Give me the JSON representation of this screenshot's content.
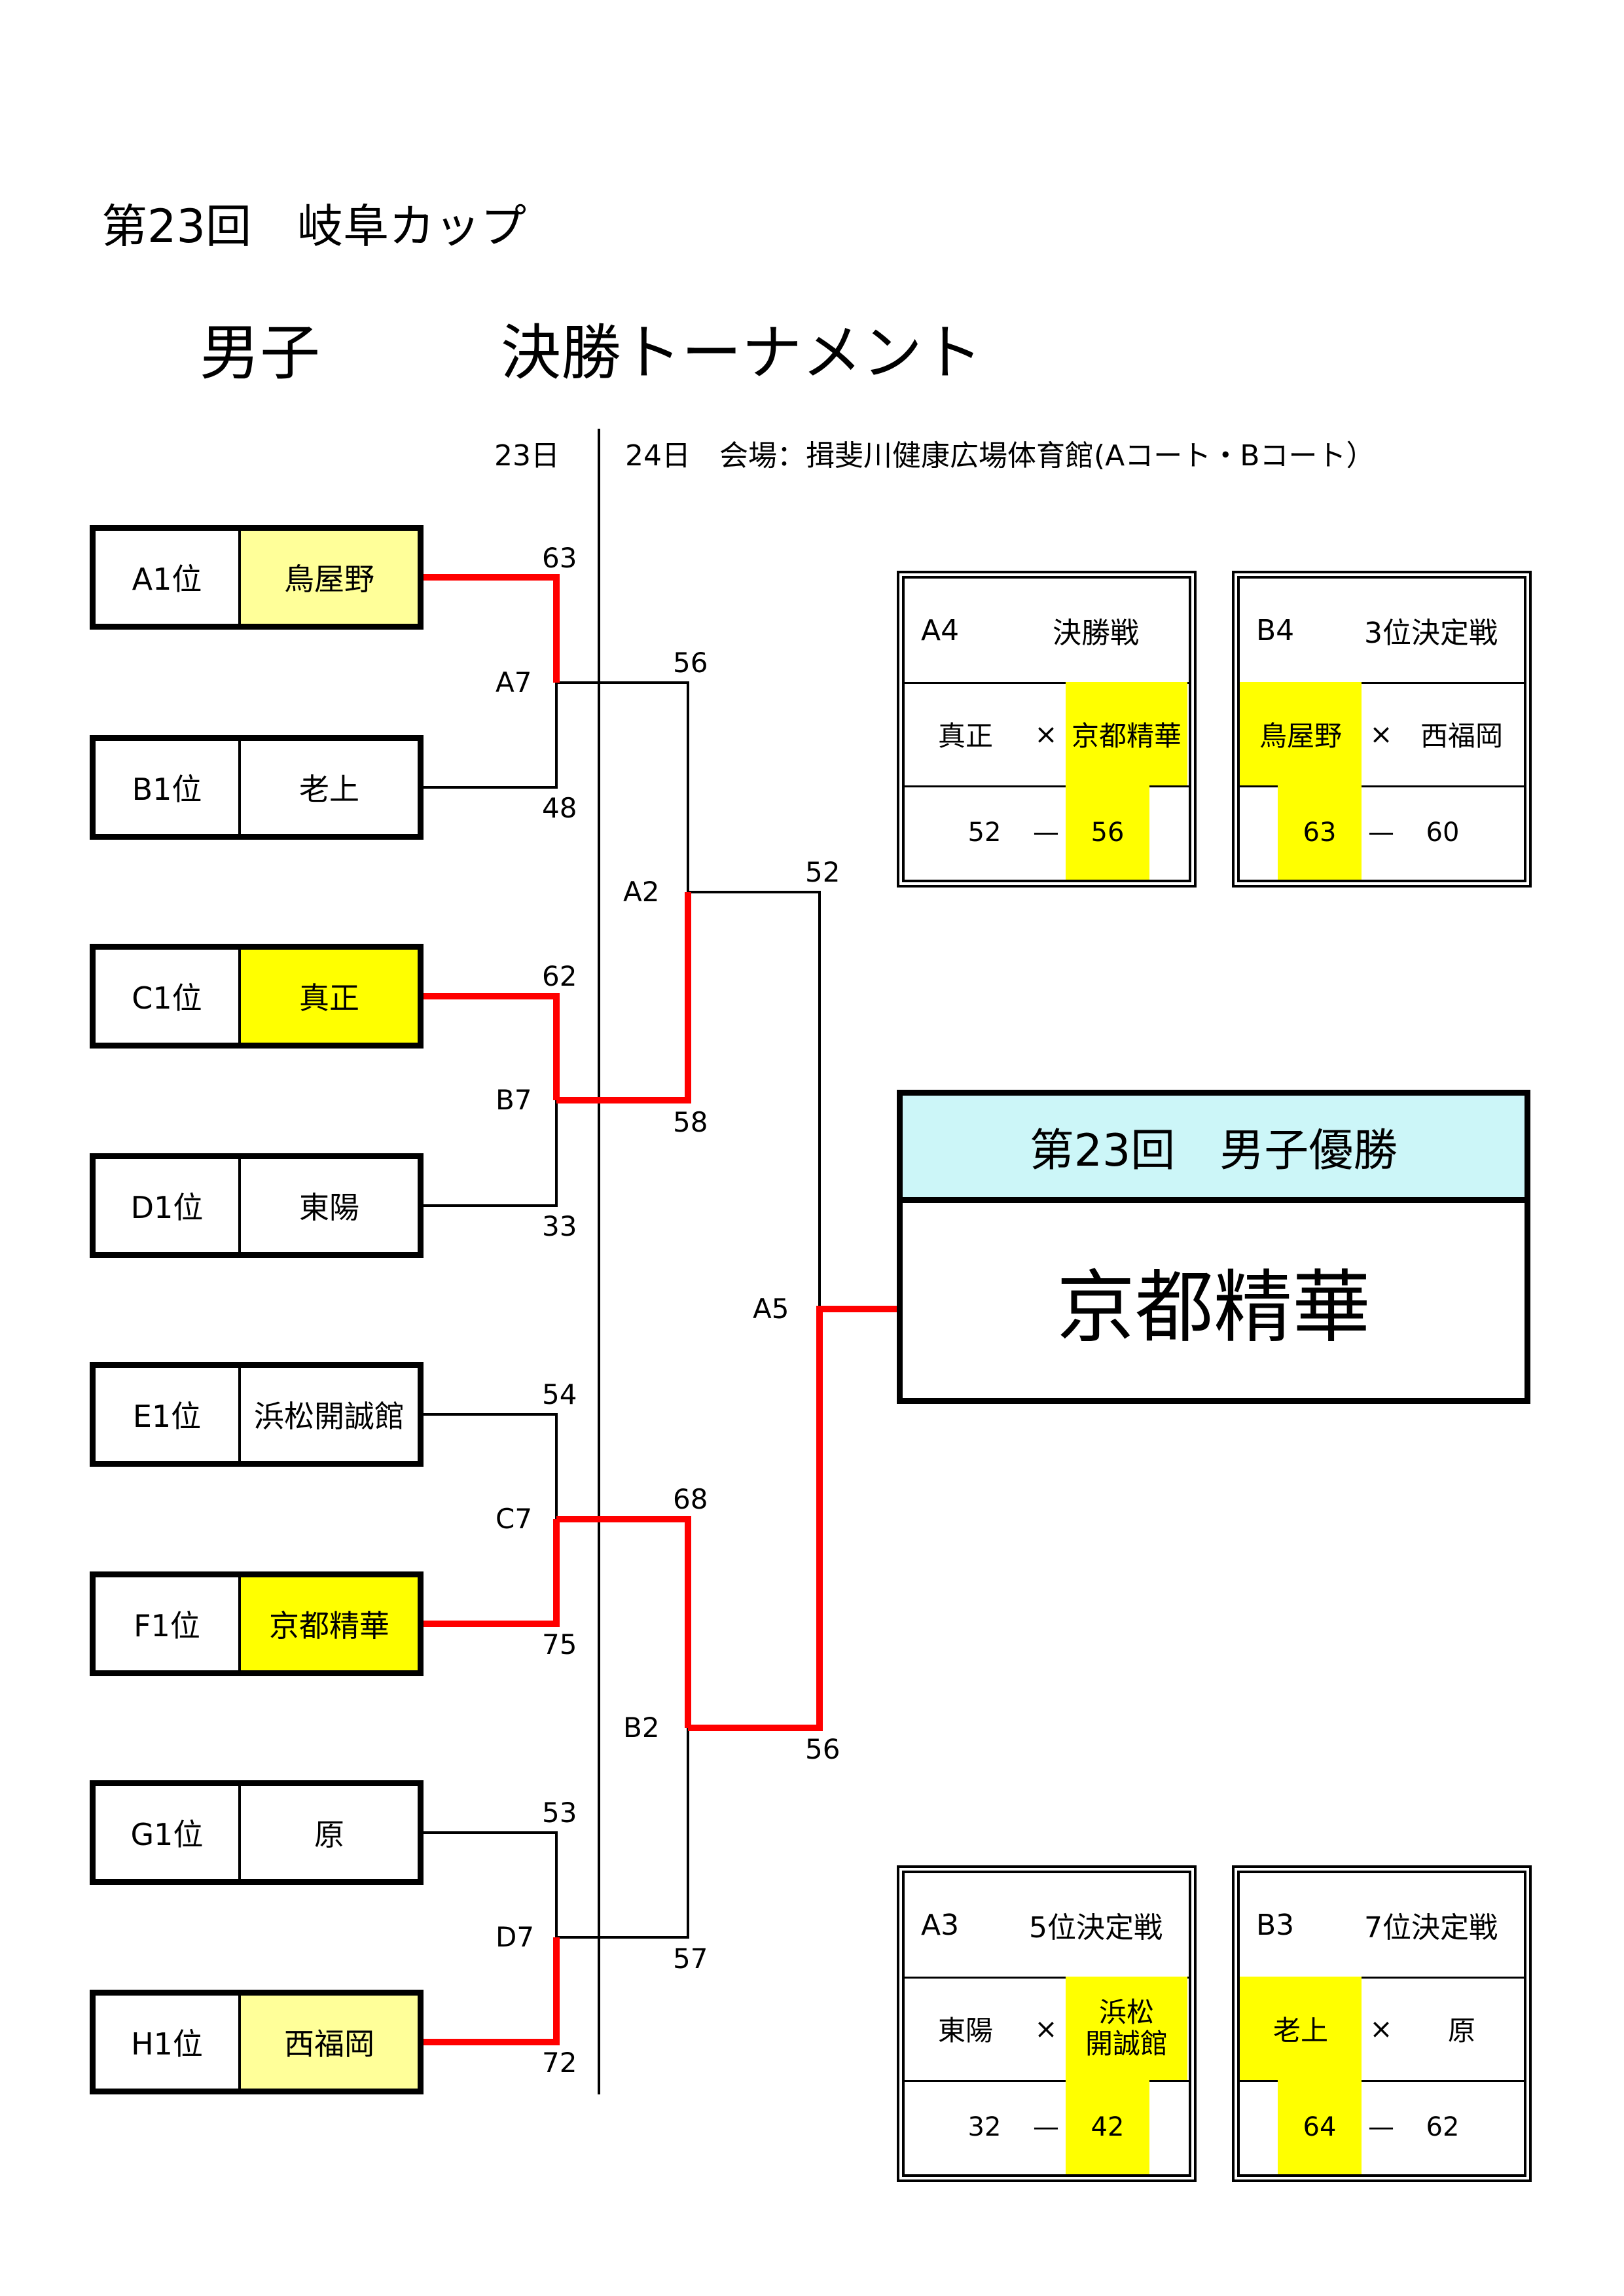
{
  "header": {
    "event_title": "第23回　岐阜カップ",
    "bracket_title": "男子　　　決勝トーナメント",
    "day1": "23日",
    "day2_venue": "24日　会場：揖斐川健康広場体育館(Aコート・Bコート）"
  },
  "colors": {
    "winner_line": "#ff0000",
    "highlight_yellow": "#ffff00",
    "highlight_pale": "#ffff99",
    "champion_header": "#ccf6f8"
  },
  "seeds": [
    {
      "rank": "A1位",
      "team": "鳥屋野"
    },
    {
      "rank": "B1位",
      "team": "老上"
    },
    {
      "rank": "C1位",
      "team": "真正"
    },
    {
      "rank": "D1位",
      "team": "東陽"
    },
    {
      "rank": "E1位",
      "team": "浜松開誠館"
    },
    {
      "rank": "F1位",
      "team": "京都精華"
    },
    {
      "rank": "G1位",
      "team": "原"
    },
    {
      "rank": "H1位",
      "team": "西福岡"
    }
  ],
  "round1": [
    {
      "label": "A7",
      "top_score": "63",
      "bottom_score": "48"
    },
    {
      "label": "B7",
      "top_score": "62",
      "bottom_score": "33"
    },
    {
      "label": "C7",
      "top_score": "54",
      "bottom_score": "75"
    },
    {
      "label": "D7",
      "top_score": "53",
      "bottom_score": "72"
    }
  ],
  "round2": [
    {
      "label": "A2",
      "top_score": "56",
      "bottom_score": "58"
    },
    {
      "label": "B2",
      "top_score": "68",
      "bottom_score": "57"
    }
  ],
  "final": {
    "label": "A5",
    "top_score": "52",
    "bottom_score": "56"
  },
  "matches": [
    {
      "court": "A4",
      "name": "決勝戦",
      "team1": "真正",
      "x": "×",
      "team2": "京都精華",
      "score1": "52",
      "dash": "—",
      "score2": "56"
    },
    {
      "court": "B4",
      "name": "3位決定戦",
      "team1": "鳥屋野",
      "x": "×",
      "team2": "西福岡",
      "score1": "63",
      "dash": "—",
      "score2": "60"
    },
    {
      "court": "A3",
      "name": "5位決定戦",
      "team1": "東陽",
      "x": "×",
      "team2": "浜松\n開誠館",
      "score1": "32",
      "dash": "—",
      "score2": "42"
    },
    {
      "court": "B3",
      "name": "7位決定戦",
      "team1": "老上",
      "x": "×",
      "team2": "原",
      "score1": "64",
      "dash": "—",
      "score2": "62"
    }
  ],
  "champion": {
    "heading": "第23回　男子優勝",
    "team": "京都精華"
  }
}
